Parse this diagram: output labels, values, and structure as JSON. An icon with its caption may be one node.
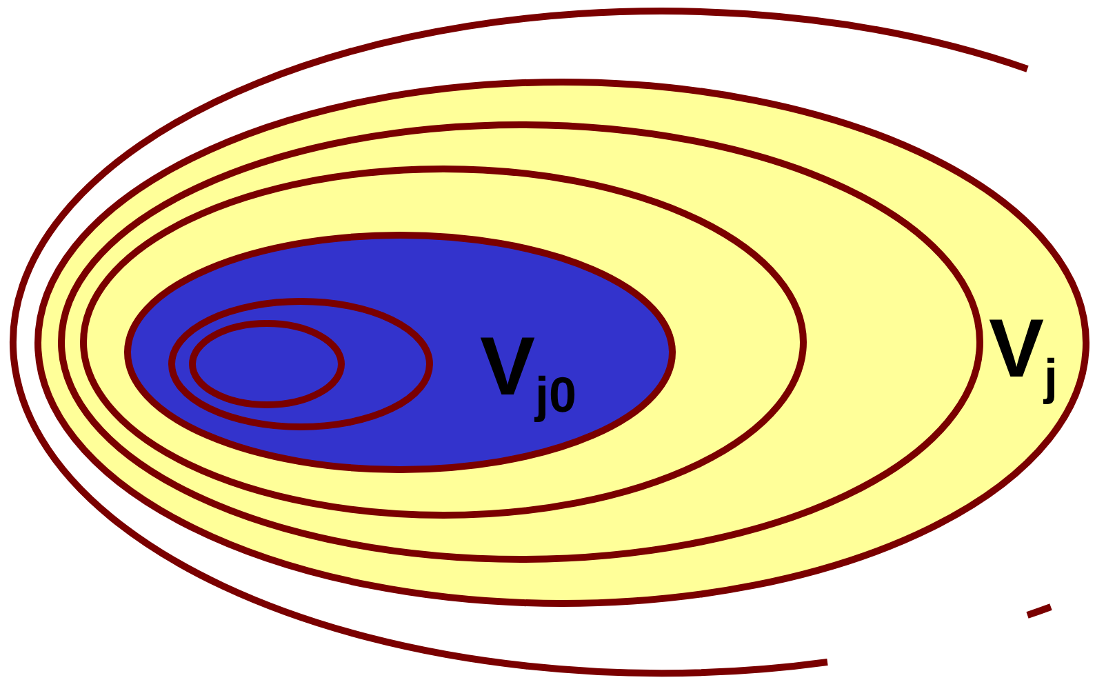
{
  "diagram": {
    "nodes": [
      {
        "text": [],
        "shape": "ellipse"
      },
      {
        "text": [
          "V$_{j}$"
        ],
        "in": 0
      },
      {
        "text": [],
        "shape": "ellipse",
        "in": 1
      },
      {
        "text": [],
        "shape": "ellipse",
        "in": 2
      },
      {
        "text": [
          "V$_{j0}$"
        ],
        "in": 3
      },
      {
        "text": [],
        "shape": "ellipse",
        "in": 4
      },
      {
        "text": [],
        "shape": "ellipse",
        "in": 5
      }
    ]
  }
}
